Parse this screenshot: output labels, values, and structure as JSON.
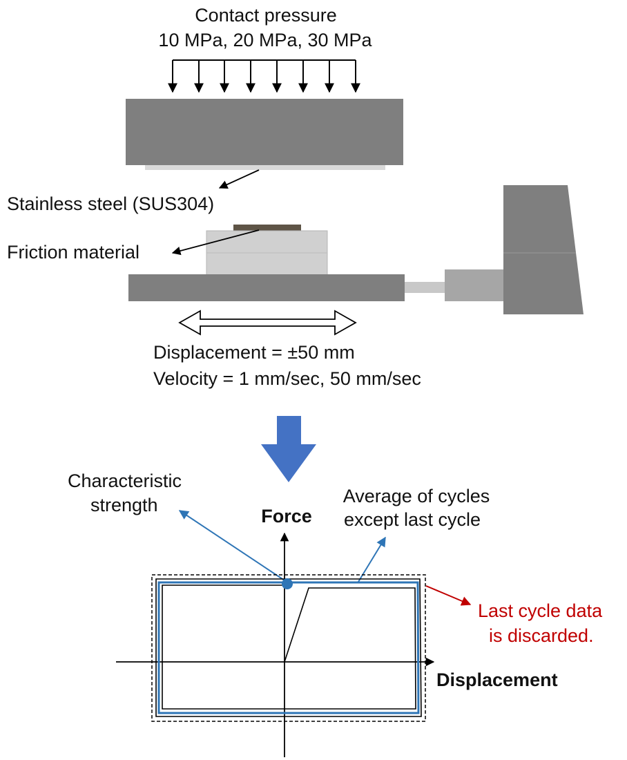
{
  "setup": {
    "pressure_title": "Contact pressure",
    "pressure_values": "10 MPa, 20 MPa, 30 MPa",
    "steel_label": "Stainless steel (SUS304)",
    "friction_label": "Friction material",
    "displacement_label": "Displacement = ",
    "displacement_pm": "±",
    "displacement_value": "50 mm",
    "velocity_label": "Velocity = 1 mm/sec, 50 mm/sec"
  },
  "hysteresis": {
    "force_axis_label": "Force",
    "displacement_axis_label": "Displacement",
    "char_strength_line1": "Characteristic",
    "char_strength_line2": "strength",
    "average_line1": "Average of cycles",
    "average_line2": "except last cycle",
    "last_cycle_line1": "Last cycle data",
    "last_cycle_line2": "is discarded."
  },
  "colors": {
    "block_dark": "#7f7f7f",
    "block_light": "#c8c8c8",
    "steel_plate": "#5e5446",
    "arrow_blue": "#4472c4",
    "loop_blue": "#2e75b6",
    "note_red": "#c00000"
  }
}
